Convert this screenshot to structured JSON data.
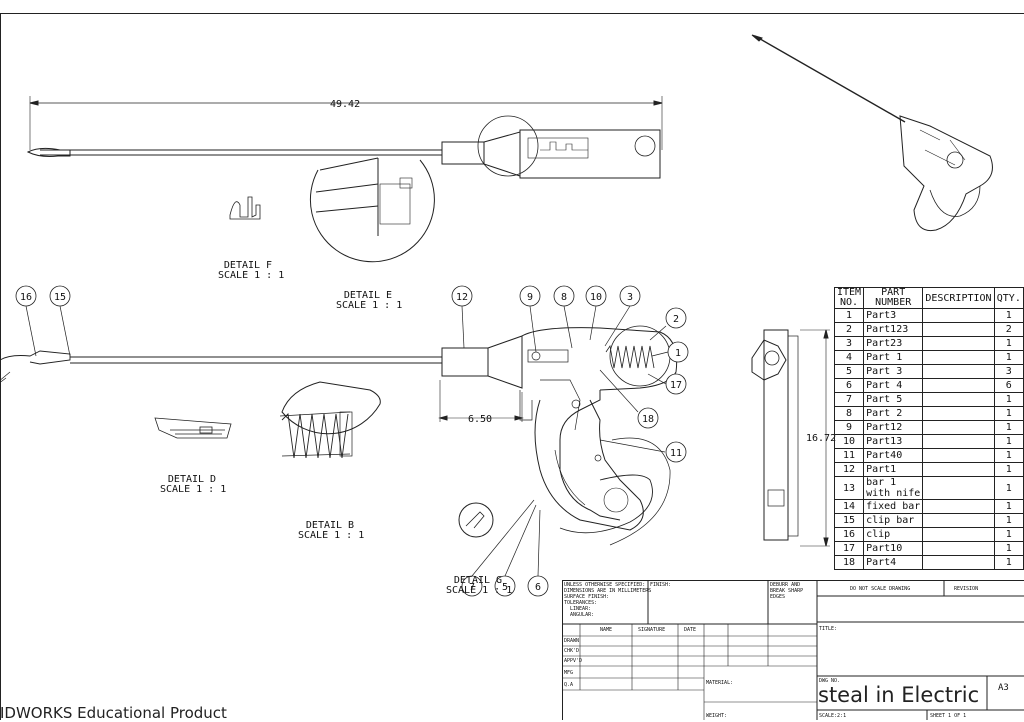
{
  "dimensions": {
    "overall_length": "49.42",
    "small_length": "6.50",
    "height": "16.72"
  },
  "details": [
    {
      "name": "DETAIL F",
      "scale": "SCALE 1 : 1"
    },
    {
      "name": "DETAIL E",
      "scale": "SCALE 1 : 1"
    },
    {
      "name": "DETAIL D",
      "scale": "SCALE 1 : 1"
    },
    {
      "name": "DETAIL B",
      "scale": "SCALE 1 : 1"
    },
    {
      "name": "DETAIL G",
      "scale": "SCALE 1 : 1"
    }
  ],
  "balloons": [
    "16",
    "15",
    "12",
    "9",
    "8",
    "10",
    "3",
    "2",
    "1",
    "17",
    "18",
    "11",
    "7",
    "5",
    "6"
  ],
  "bom": {
    "headers": {
      "item": "ITEM\nNO.",
      "part": "PART\nNUMBER",
      "desc": "DESCRIPTION",
      "qty": "QTY."
    },
    "rows": [
      {
        "item": "1",
        "part": "Part3",
        "qty": "1"
      },
      {
        "item": "2",
        "part": "Part123",
        "qty": "2"
      },
      {
        "item": "3",
        "part": "Part23",
        "qty": "1"
      },
      {
        "item": "4",
        "part": "Part 1",
        "qty": "1"
      },
      {
        "item": "5",
        "part": "Part 3",
        "qty": "3"
      },
      {
        "item": "6",
        "part": "Part 4",
        "qty": "6"
      },
      {
        "item": "7",
        "part": "Part 5",
        "qty": "1"
      },
      {
        "item": "8",
        "part": "Part 2",
        "qty": "1"
      },
      {
        "item": "9",
        "part": "Part12",
        "qty": "1"
      },
      {
        "item": "10",
        "part": "Part13",
        "qty": "1"
      },
      {
        "item": "11",
        "part": "Part40",
        "qty": "1"
      },
      {
        "item": "12",
        "part": "Part1",
        "qty": "1"
      },
      {
        "item": "13",
        "part": "bar 1\nwith nife",
        "qty": "1"
      },
      {
        "item": "14",
        "part": "fixed bar",
        "qty": "1"
      },
      {
        "item": "15",
        "part": "clip bar",
        "qty": "1"
      },
      {
        "item": "16",
        "part": "clip",
        "qty": "1"
      },
      {
        "item": "17",
        "part": "Part10",
        "qty": "1"
      },
      {
        "item": "18",
        "part": "Part4",
        "qty": "1"
      }
    ]
  },
  "title_block": {
    "unless": "UNLESS OTHERWISE SPECIFIED:\nDIMENSIONS ARE IN MILLIMETERS\nSURFACE FINISH:\nTOLERANCES:\n  LINEAR:\n  ANGULAR:",
    "finish": "FINISH:",
    "deburr": "DEBURR AND\nBREAK SHARP\nEDGES",
    "do_not_scale": "DO NOT SCALE DRAWING",
    "revision": "REVISION",
    "name": "NAME",
    "signature": "SIGNATURE",
    "date": "DATE",
    "title": "TITLE:",
    "rows": [
      "DRAWN",
      "CHK'D",
      "APPV'D",
      "MFG",
      "Q.A"
    ],
    "material": "MATERIAL:",
    "dwg_no": "DWG NO.",
    "dwg_name": "steal in Electric",
    "size": "A3",
    "weight": "WEIGHT:",
    "scale": "SCALE:2:1",
    "sheet": "SHEET 1 OF 1"
  },
  "watermark": "IDWORKS Educational Product"
}
